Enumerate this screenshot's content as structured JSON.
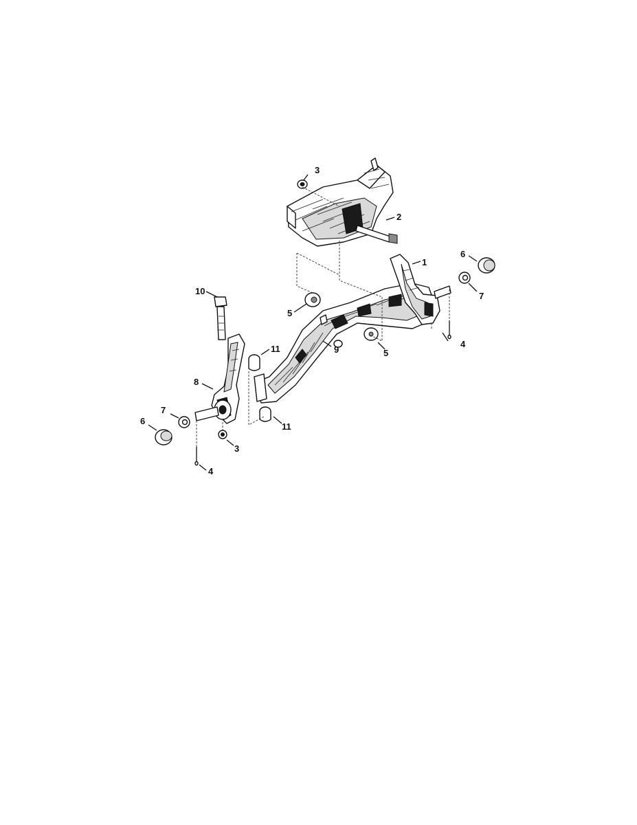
{
  "callouts": {
    "c1": "1",
    "c2": "2",
    "c3_top": "3",
    "c3_bottom": "3",
    "c4_right": "4",
    "c4_left": "4",
    "c5_left": "5",
    "c5_right": "5",
    "c6_right": "6",
    "c6_left": "6",
    "c7_right": "7",
    "c7_left": "7",
    "c8": "8",
    "c9": "9",
    "c10": "10",
    "c11_top": "11",
    "c11_bottom": "11"
  }
}
